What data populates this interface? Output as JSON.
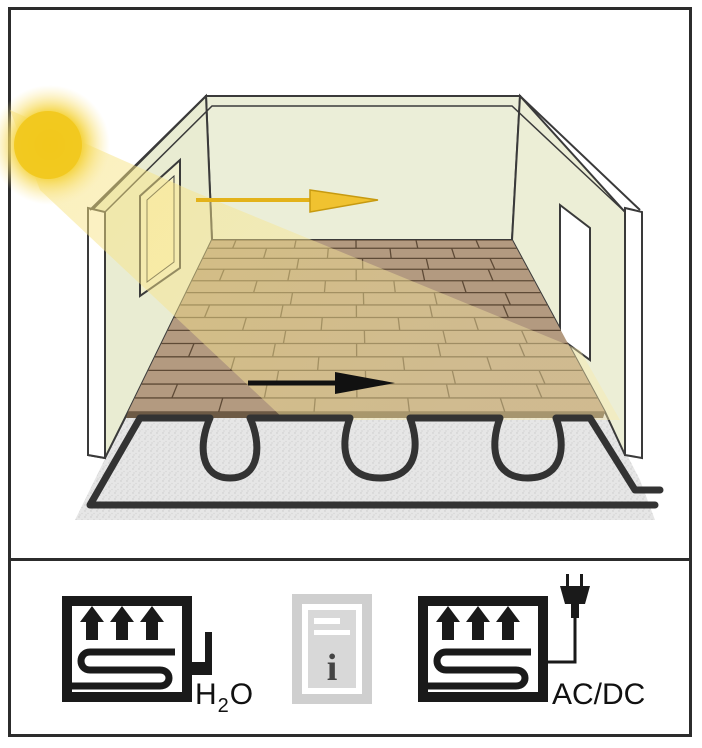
{
  "labels": {
    "water": {
      "h": "H",
      "sub": "2",
      "o": "O"
    },
    "power": "AC/DC"
  },
  "icons": {
    "sun": "sun-icon",
    "water_heating": "water-underfloor-heating-icon",
    "info": "info-icon",
    "electric_heating": "electric-underfloor-heating-icon",
    "plug": "power-plug-icon"
  },
  "colors": {
    "sun": "#f3cf2a",
    "sunlight": "#f6e79a",
    "wall": "#ebeed8",
    "floor_lit": "#cdb87a",
    "floor_shade": "#b39a80",
    "pipe": "#3a3a3a",
    "ground": "#e8e8e8",
    "info_icon": "#cfcfcf"
  }
}
